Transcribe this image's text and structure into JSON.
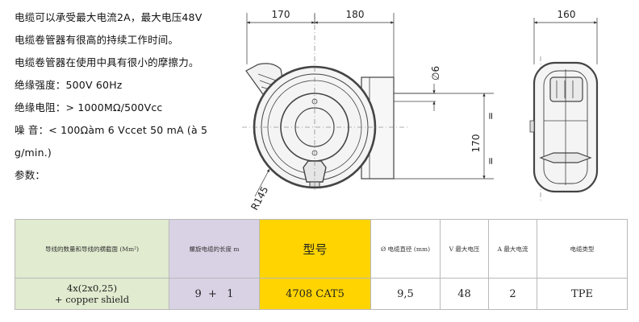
{
  "specs": [
    "电缆可以承受最大电流2A，最大电压48V",
    "电缆卷管器有很高的持续工作时间。",
    "电缆卷管器在使用中具有很小的摩擦力。",
    "绝缘强度：500V 60Hz",
    "绝缘电阻：> 1000MΩ/500Vcc",
    "噪  音：< 100Ωàm 6 Vccet 50 mA (à 5 g/min.)",
    "参数："
  ],
  "drawing": {
    "dim_width_left": "170",
    "dim_width_right": "180",
    "dim_side_width": "160",
    "dim_cable_dia": "∅6",
    "dim_height": "170",
    "dim_radius": "R145",
    "equal_mark": "="
  },
  "table": {
    "headers": [
      "导线的数量和导线的横截面 (Mm²)",
      "螺旋电缆的长度 m",
      "型号",
      "Ø 电缆直径 (mm)",
      "V 最大电压",
      "A 最大电流",
      "电缆类型"
    ],
    "row": {
      "conductors_line1": "4x(2x0,25)",
      "conductors_line2": "+ copper shield",
      "length": "9  +   1",
      "model": "4708 CAT5",
      "diameter": "9,5",
      "max_voltage": "48",
      "max_current": "2",
      "cable_type": "TPE"
    }
  }
}
